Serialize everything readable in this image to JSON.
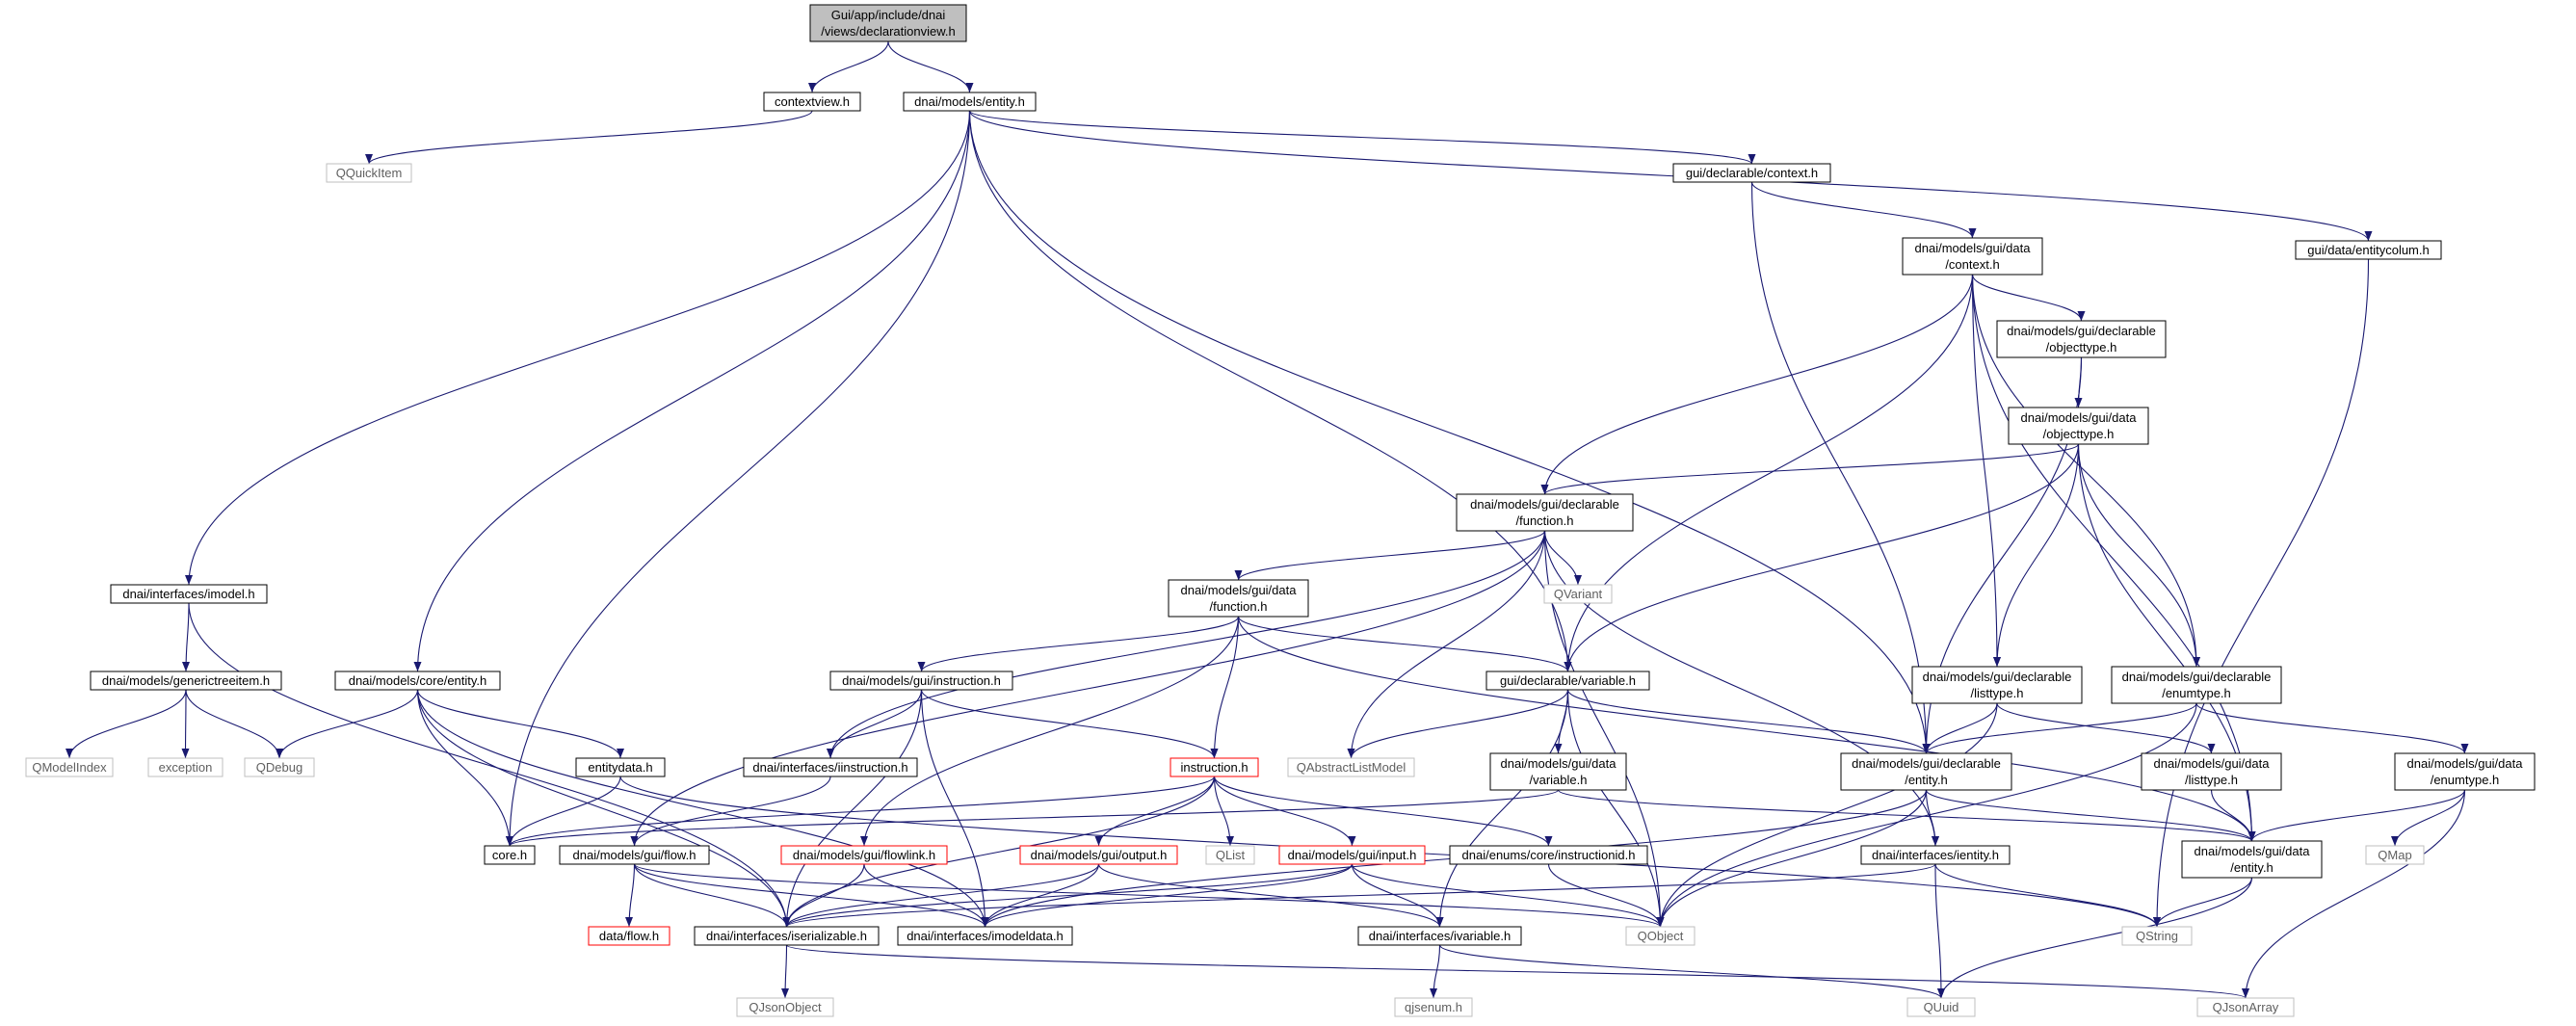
{
  "colors": {
    "edge": "#191970",
    "box_border_normal": "#000000",
    "box_border_external": "#bfbfbf",
    "box_border_truncated": "#ff0000",
    "box_fill_root": "#bfbfbf",
    "text": "#000000",
    "text_external": "#606060"
  },
  "nodes": {
    "declarationview": {
      "lines": [
        "Gui/app/include/dnai",
        "/views/declarationview.h"
      ],
      "kind": "root"
    },
    "contextview": {
      "lines": [
        "contextview.h"
      ],
      "kind": "normal"
    },
    "models_entity": {
      "lines": [
        "dnai/models/entity.h"
      ],
      "kind": "normal"
    },
    "qquickitem": {
      "lines": [
        "QQuickItem"
      ],
      "kind": "external"
    },
    "decl_context": {
      "lines": [
        "gui/declarable/context.h"
      ],
      "kind": "normal"
    },
    "entitycolum": {
      "lines": [
        "gui/data/entitycolum.h"
      ],
      "kind": "normal"
    },
    "data_context": {
      "lines": [
        "dnai/models/gui/data",
        "/context.h"
      ],
      "kind": "normal"
    },
    "decl_objecttype": {
      "lines": [
        "dnai/models/gui/declarable",
        "/objecttype.h"
      ],
      "kind": "normal"
    },
    "data_objecttype": {
      "lines": [
        "dnai/models/gui/data",
        "/objecttype.h"
      ],
      "kind": "normal"
    },
    "decl_function": {
      "lines": [
        "dnai/models/gui/declarable",
        "/function.h"
      ],
      "kind": "normal"
    },
    "qvariant": {
      "lines": [
        "QVariant"
      ],
      "kind": "external"
    },
    "imodel": {
      "lines": [
        "dnai/interfaces/imodel.h"
      ],
      "kind": "normal"
    },
    "data_function": {
      "lines": [
        "dnai/models/gui/data",
        "/function.h"
      ],
      "kind": "normal"
    },
    "generictreeitem": {
      "lines": [
        "dnai/models/generictreeitem.h"
      ],
      "kind": "normal"
    },
    "core_entity": {
      "lines": [
        "dnai/models/core/entity.h"
      ],
      "kind": "normal"
    },
    "gui_instruction": {
      "lines": [
        "dnai/models/gui/instruction.h"
      ],
      "kind": "normal"
    },
    "decl_variable": {
      "lines": [
        "gui/declarable/variable.h"
      ],
      "kind": "normal"
    },
    "decl_listtype": {
      "lines": [
        "dnai/models/gui/declarable",
        "/listtype.h"
      ],
      "kind": "normal"
    },
    "decl_enumtype": {
      "lines": [
        "dnai/models/gui/declarable",
        "/enumtype.h"
      ],
      "kind": "normal"
    },
    "qmodelindex": {
      "lines": [
        "QModelIndex"
      ],
      "kind": "external"
    },
    "exception": {
      "lines": [
        "exception"
      ],
      "kind": "external"
    },
    "qdebug": {
      "lines": [
        "QDebug"
      ],
      "kind": "external"
    },
    "entitydata": {
      "lines": [
        "entitydata.h"
      ],
      "kind": "normal"
    },
    "iinstruction": {
      "lines": [
        "dnai/interfaces/iinstruction.h"
      ],
      "kind": "normal"
    },
    "instruction_h": {
      "lines": [
        "instruction.h"
      ],
      "kind": "truncated"
    },
    "qabstractlistmodel": {
      "lines": [
        "QAbstractListModel"
      ],
      "kind": "external"
    },
    "data_variable": {
      "lines": [
        "dnai/models/gui/data",
        "/variable.h"
      ],
      "kind": "normal"
    },
    "decl_entity": {
      "lines": [
        "dnai/models/gui/declarable",
        "/entity.h"
      ],
      "kind": "normal"
    },
    "data_listtype": {
      "lines": [
        "dnai/models/gui/data",
        "/listtype.h"
      ],
      "kind": "normal"
    },
    "data_enumtype": {
      "lines": [
        "dnai/models/gui/data",
        "/enumtype.h"
      ],
      "kind": "normal"
    },
    "core_h": {
      "lines": [
        "core.h"
      ],
      "kind": "normal"
    },
    "gui_flow": {
      "lines": [
        "dnai/models/gui/flow.h"
      ],
      "kind": "normal"
    },
    "flowlink": {
      "lines": [
        "dnai/models/gui/flowlink.h"
      ],
      "kind": "truncated"
    },
    "gui_output": {
      "lines": [
        "dnai/models/gui/output.h"
      ],
      "kind": "truncated"
    },
    "qlist": {
      "lines": [
        "QList"
      ],
      "kind": "external"
    },
    "gui_input": {
      "lines": [
        "dnai/models/gui/input.h"
      ],
      "kind": "truncated"
    },
    "instructionid": {
      "lines": [
        "dnai/enums/core/instructionid.h"
      ],
      "kind": "normal"
    },
    "ientity": {
      "lines": [
        "dnai/interfaces/ientity.h"
      ],
      "kind": "normal"
    },
    "data_entity": {
      "lines": [
        "dnai/models/gui/data",
        "/entity.h"
      ],
      "kind": "normal"
    },
    "qmap": {
      "lines": [
        "QMap"
      ],
      "kind": "external"
    },
    "data_flow": {
      "lines": [
        "data/flow.h"
      ],
      "kind": "truncated"
    },
    "iserializable": {
      "lines": [
        "dnai/interfaces/iserializable.h"
      ],
      "kind": "normal"
    },
    "imodeldata": {
      "lines": [
        "dnai/interfaces/imodeldata.h"
      ],
      "kind": "normal"
    },
    "ivariable": {
      "lines": [
        "dnai/interfaces/ivariable.h"
      ],
      "kind": "normal"
    },
    "qobject": {
      "lines": [
        "QObject"
      ],
      "kind": "external"
    },
    "qstring": {
      "lines": [
        "QString"
      ],
      "kind": "external"
    },
    "qjsonobject": {
      "lines": [
        "QJsonObject"
      ],
      "kind": "external"
    },
    "qjsenum": {
      "lines": [
        "qjsenum.h"
      ],
      "kind": "external"
    },
    "quuid": {
      "lines": [
        "QUuid"
      ],
      "kind": "external"
    },
    "qjsonarray": {
      "lines": [
        "QJsonArray"
      ],
      "kind": "external"
    }
  },
  "edges": [
    [
      "declarationview",
      "contextview"
    ],
    [
      "declarationview",
      "models_entity"
    ],
    [
      "contextview",
      "qquickitem"
    ],
    [
      "models_entity",
      "imodel"
    ],
    [
      "models_entity",
      "core_entity"
    ],
    [
      "models_entity",
      "core_h"
    ],
    [
      "models_entity",
      "decl_context"
    ],
    [
      "models_entity",
      "entitycolum"
    ],
    [
      "models_entity",
      "decl_variable"
    ],
    [
      "models_entity",
      "decl_entity"
    ],
    [
      "decl_context",
      "data_context"
    ],
    [
      "decl_context",
      "decl_entity"
    ],
    [
      "entitycolum",
      "qstring"
    ],
    [
      "data_context",
      "decl_function"
    ],
    [
      "data_context",
      "decl_variable"
    ],
    [
      "data_context",
      "decl_objecttype"
    ],
    [
      "data_context",
      "decl_listtype"
    ],
    [
      "data_context",
      "decl_enumtype"
    ],
    [
      "data_context",
      "data_entity"
    ],
    [
      "decl_objecttype",
      "data_objecttype"
    ],
    [
      "decl_objecttype",
      "decl_entity"
    ],
    [
      "data_objecttype",
      "decl_function"
    ],
    [
      "data_objecttype",
      "decl_variable"
    ],
    [
      "data_objecttype",
      "decl_listtype"
    ],
    [
      "data_objecttype",
      "decl_enumtype"
    ],
    [
      "data_objecttype",
      "data_entity"
    ],
    [
      "decl_function",
      "data_function"
    ],
    [
      "decl_function",
      "qvariant"
    ],
    [
      "decl_function",
      "gui_flow"
    ],
    [
      "decl_function",
      "iinstruction"
    ],
    [
      "decl_function",
      "qabstractlistmodel"
    ],
    [
      "decl_function",
      "qobject"
    ],
    [
      "decl_function",
      "ientity"
    ],
    [
      "imodel",
      "generictreeitem"
    ],
    [
      "imodel",
      "iserializable"
    ],
    [
      "generictreeitem",
      "qmodelindex"
    ],
    [
      "generictreeitem",
      "exception"
    ],
    [
      "generictreeitem",
      "qdebug"
    ],
    [
      "data_function",
      "gui_instruction"
    ],
    [
      "data_function",
      "decl_variable"
    ],
    [
      "data_function",
      "instruction_h"
    ],
    [
      "data_function",
      "flowlink"
    ],
    [
      "data_function",
      "data_entity"
    ],
    [
      "core_entity",
      "qdebug"
    ],
    [
      "core_entity",
      "entitydata"
    ],
    [
      "core_entity",
      "core_h"
    ],
    [
      "core_entity",
      "iserializable"
    ],
    [
      "core_entity",
      "imodeldata"
    ],
    [
      "gui_instruction",
      "iinstruction"
    ],
    [
      "gui_instruction",
      "instruction_h"
    ],
    [
      "gui_instruction",
      "imodeldata"
    ],
    [
      "gui_instruction",
      "iserializable"
    ],
    [
      "decl_variable",
      "qabstractlistmodel"
    ],
    [
      "decl_variable",
      "data_variable"
    ],
    [
      "decl_variable",
      "decl_entity"
    ],
    [
      "decl_variable",
      "qobject"
    ],
    [
      "decl_variable",
      "ivariable"
    ],
    [
      "decl_listtype",
      "decl_entity"
    ],
    [
      "decl_listtype",
      "data_listtype"
    ],
    [
      "decl_listtype",
      "qobject"
    ],
    [
      "decl_enumtype",
      "decl_entity"
    ],
    [
      "decl_enumtype",
      "data_enumtype"
    ],
    [
      "decl_enumtype",
      "qobject"
    ],
    [
      "entitydata",
      "core_h"
    ],
    [
      "entitydata",
      "qstring"
    ],
    [
      "iinstruction",
      "gui_flow"
    ],
    [
      "instruction_h",
      "gui_output"
    ],
    [
      "instruction_h",
      "gui_input"
    ],
    [
      "instruction_h",
      "qlist"
    ],
    [
      "instruction_h",
      "instructionid"
    ],
    [
      "instruction_h",
      "core_h"
    ],
    [
      "instruction_h",
      "iserializable"
    ],
    [
      "data_variable",
      "core_h"
    ],
    [
      "data_variable",
      "data_entity"
    ],
    [
      "decl_entity",
      "ientity"
    ],
    [
      "decl_entity",
      "data_entity"
    ],
    [
      "decl_entity",
      "imodeldata"
    ],
    [
      "decl_entity",
      "qobject"
    ],
    [
      "data_listtype",
      "data_entity"
    ],
    [
      "data_enumtype",
      "data_entity"
    ],
    [
      "data_enumtype",
      "qmap"
    ],
    [
      "data_enumtype",
      "qjsonarray"
    ],
    [
      "gui_flow",
      "data_flow"
    ],
    [
      "gui_flow",
      "iserializable"
    ],
    [
      "gui_flow",
      "imodeldata"
    ],
    [
      "gui_flow",
      "qobject"
    ],
    [
      "flowlink",
      "iserializable"
    ],
    [
      "flowlink",
      "imodeldata"
    ],
    [
      "gui_output",
      "iserializable"
    ],
    [
      "gui_output",
      "imodeldata"
    ],
    [
      "gui_output",
      "ivariable"
    ],
    [
      "gui_input",
      "iserializable"
    ],
    [
      "gui_input",
      "imodeldata"
    ],
    [
      "gui_input",
      "ivariable"
    ],
    [
      "gui_input",
      "qobject"
    ],
    [
      "instructionid",
      "qobject"
    ],
    [
      "ientity",
      "iserializable"
    ],
    [
      "ientity",
      "qstring"
    ],
    [
      "ientity",
      "quuid"
    ],
    [
      "data_entity",
      "qstring"
    ],
    [
      "data_entity",
      "quuid"
    ],
    [
      "iserializable",
      "qjsonobject"
    ],
    [
      "iserializable",
      "qjsonarray"
    ],
    [
      "ivariable",
      "qjsenum"
    ],
    [
      "ivariable",
      "quuid"
    ]
  ]
}
